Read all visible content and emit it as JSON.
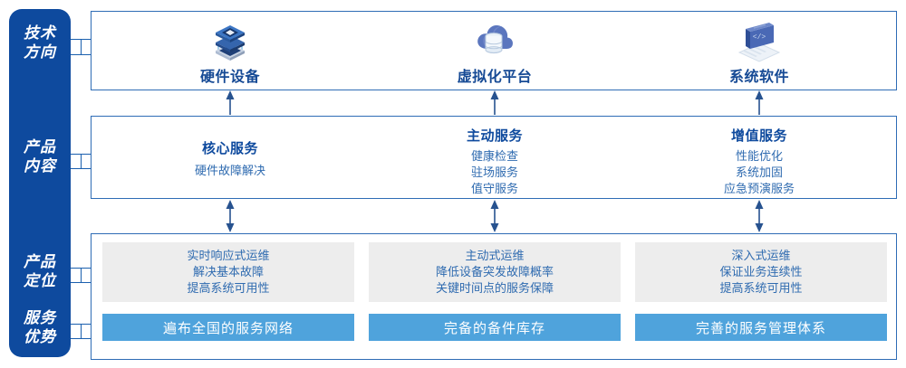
{
  "rail": {
    "color": "#0E4A9E",
    "labels": [
      {
        "name": "tech-direction",
        "line1": "技术",
        "line2": "方向"
      },
      {
        "name": "product-content",
        "line1": "产品",
        "line2": "内容"
      },
      {
        "name": "product-position",
        "line1": "产品",
        "line2": "定位"
      },
      {
        "name": "service-advantage",
        "line1": "服务",
        "line2": "优势"
      }
    ]
  },
  "tech": {
    "columns": [
      {
        "icon": "server-stack-icon",
        "title": "硬件设备"
      },
      {
        "icon": "cloud-database-icon",
        "title": "虚拟化平台"
      },
      {
        "icon": "laptop-code-icon",
        "title": "系统软件"
      }
    ]
  },
  "content": {
    "columns": [
      {
        "heading": "核心服务",
        "items": [
          "硬件故障解决"
        ]
      },
      {
        "heading": "主动服务",
        "items": [
          "健康检查",
          "驻场服务",
          "值守服务"
        ]
      },
      {
        "heading": "增值服务",
        "items": [
          "性能优化",
          "系统加固",
          "应急预演服务"
        ]
      }
    ]
  },
  "positioning": {
    "boxes": [
      {
        "lines": [
          "实时响应式运维",
          "解决基本故障",
          "提高系统可用性"
        ]
      },
      {
        "lines": [
          "主动式运维",
          "降低设备突发故障概率",
          "关键时间点的服务保障"
        ]
      },
      {
        "lines": [
          "深入式运维",
          "保证业务连续性",
          "提高系统可用性"
        ]
      }
    ]
  },
  "advantages": {
    "bars": [
      "遍布全国的服务网络",
      "完备的备件库存",
      "完善的服务管理体系"
    ],
    "color": "#4FA3DC"
  },
  "colors": {
    "navy": "#0E4A9E",
    "border_blue": "#2E6CB5",
    "text_blue": "#2F6BB0",
    "gray_box": "#EDEDED",
    "bar_blue": "#4FA3DC"
  }
}
